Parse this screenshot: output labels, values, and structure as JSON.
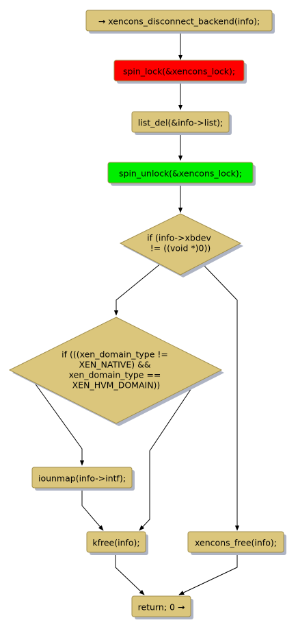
{
  "colors": {
    "box_fill": "#DBC67C",
    "box_stroke": "#A08E4C",
    "lock_fill": "#FF0000",
    "unlock_fill": "#00EE00",
    "shadow": "#AEB4C4",
    "edge": "#000000"
  },
  "nodes": {
    "start": {
      "lines": [
        "→ xencons_disconnect_backend(info);"
      ]
    },
    "spin_lock": {
      "lines": [
        "spin_lock(&xencons_lock);"
      ]
    },
    "list_del": {
      "lines": [
        "list_del(&info->list);"
      ]
    },
    "spin_unlock": {
      "lines": [
        "spin_unlock(&xencons_lock);"
      ]
    },
    "if_xbdev": {
      "lines": [
        "if (info->xbdev",
        "!= ((void *)0))"
      ]
    },
    "if_domain": {
      "lines": [
        "if (((xen_domain_type !=",
        "XEN_NATIVE) &&",
        "xen_domain_type ==",
        "XEN_HVM_DOMAIN))"
      ]
    },
    "iounmap": {
      "lines": [
        "iounmap(info->intf);"
      ]
    },
    "kfree": {
      "lines": [
        "kfree(info);"
      ]
    },
    "xencons_free": {
      "lines": [
        "xencons_free(info);"
      ]
    },
    "return": {
      "lines": [
        "return; 0 →"
      ]
    }
  }
}
